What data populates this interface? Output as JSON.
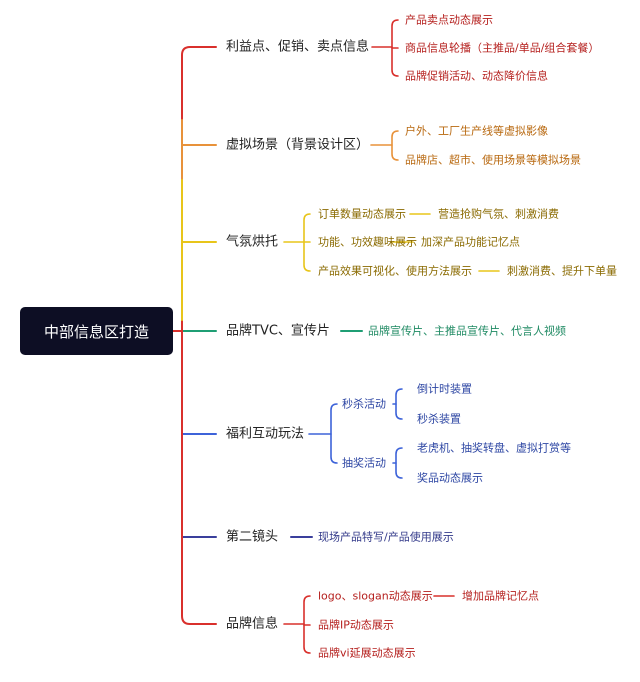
{
  "colors": {
    "root_bg": "#0d0e24",
    "red": "#d9302c",
    "orange": "#e8923a",
    "yellow": "#e8c51a",
    "green": "#1f9e74",
    "blue": "#3d63d9",
    "navy": "#3a3f9c",
    "red_text": "#b5201e",
    "orange_text": "#b8680f",
    "yellow_text": "#8a6a00",
    "green_text": "#1f8a63",
    "blue_text": "#2d46a3",
    "navy_text": "#333a8a"
  },
  "root": {
    "label": "中部信息区打造"
  },
  "branches": [
    {
      "label": "利益点、促销、卖点信息",
      "color": "red",
      "children": [
        {
          "label": "产品卖点动态展示"
        },
        {
          "label": "商品信息轮播（主推品/单品/组合套餐）"
        },
        {
          "label": "品牌促销活动、动态降价信息"
        }
      ]
    },
    {
      "label": "虚拟场景（背景设计区）",
      "color": "orange",
      "children": [
        {
          "label": "户外、工厂生产线等虚拟影像"
        },
        {
          "label": "品牌店、超市、使用场景等模拟场景"
        }
      ]
    },
    {
      "label": "气氛烘托",
      "color": "yellow",
      "children": [
        {
          "label": "订单数量动态展示",
          "extra": "营造抢购气氛、刺激消费"
        },
        {
          "label": "功能、功效趣味展示",
          "extra": "加深产品功能记忆点"
        },
        {
          "label": "产品效果可视化、使用方法展示",
          "extra": "刺激消费、提升下单量"
        }
      ]
    },
    {
      "label": "品牌TVC、宣传片",
      "color": "green",
      "children": [
        {
          "label": "品牌宣传片、主推品宣传片、代言人视频"
        }
      ]
    },
    {
      "label": "福利互动玩法",
      "color": "blue",
      "children": [
        {
          "label": "秒杀活动",
          "sub": [
            "倒计时装置",
            "秒杀装置"
          ]
        },
        {
          "label": "抽奖活动",
          "sub": [
            "老虎机、抽奖转盘、虚拟打赏等",
            "奖品动态展示"
          ]
        }
      ]
    },
    {
      "label": "第二镜头",
      "color": "navy",
      "children": [
        {
          "label": "现场产品特写/产品使用展示"
        }
      ]
    },
    {
      "label": "品牌信息",
      "color": "red",
      "children": [
        {
          "label": "logo、slogan动态展示",
          "extra": "增加品牌记忆点"
        },
        {
          "label": "品牌IP动态展示"
        },
        {
          "label": "品牌vi延展动态展示"
        }
      ]
    }
  ]
}
